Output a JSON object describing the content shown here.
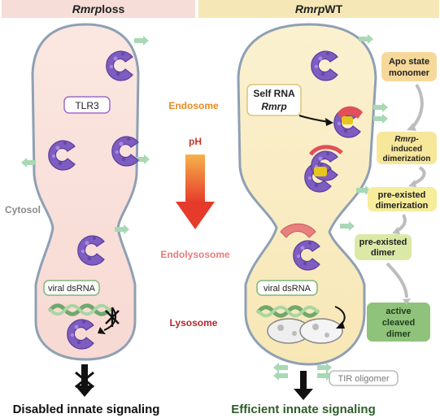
{
  "headers": {
    "left_italic": "Rmrp",
    "left_rest": " loss",
    "right_italic": "Rmrp",
    "right_rest": " WT"
  },
  "labels": {
    "tlr3": "TLR3",
    "endosome": "Endosome",
    "cytosol": "Cytosol",
    "ph": "pH",
    "endolysosome": "Endolysosome",
    "lysosome": "Lysosome",
    "viral_dsrna_left": "viral dsRNA",
    "viral_dsrna_right": "viral dsRNA",
    "self_rna_line1": "Self RNA",
    "self_rna_line2": "Rmrp",
    "tir_oligomer": "TIR oligomer",
    "disabled": "Disabled innate signaling",
    "efficient": "Efficient innate signaling"
  },
  "steps": [
    {
      "line1": "Apo state",
      "line2": "monomer",
      "line3": ""
    },
    {
      "line1": "Rmrp-",
      "line2": "induced",
      "line3": "dimerization"
    },
    {
      "line1": "pre-existed",
      "line2": "dimerization",
      "line3": ""
    },
    {
      "line1": "pre-existed",
      "line2": "dimer",
      "line3": ""
    },
    {
      "line1": "active",
      "line2": "cleaved",
      "line3": "dimer"
    }
  ],
  "colors": {
    "left_header_bg": "#f6ddd8",
    "right_header_bg": "#f6e8b6",
    "protein_purple": "#7e5cc0",
    "rna_red": "#e0505a",
    "rna_yellow": "#e6c61a",
    "endosome_text": "#e88a1e",
    "endolysosome_text": "#e77d7d",
    "lysosome_text": "#b5282e",
    "efficient_text": "#2e5e2a"
  }
}
